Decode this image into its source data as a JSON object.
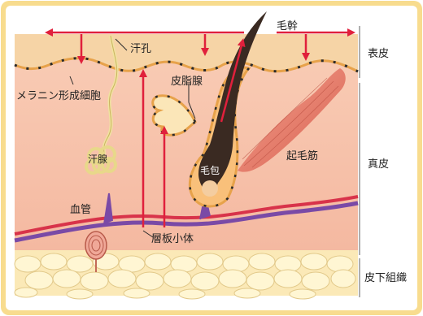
{
  "labels": {
    "hair_shaft": "毛幹",
    "sweat_pore": "汗孔",
    "melanocyte": "メラニン形成細胞",
    "sebaceous_gland": "皮脂腺",
    "arrector_pili": "起毛筋",
    "sweat_gland": "汗腺",
    "hair_follicle": "毛包",
    "blood_vessel": "血管",
    "lamellar_corpuscle": "層板小体"
  },
  "layers": {
    "epidermis": "表皮",
    "dermis": "真皮",
    "subcutis": "皮下組織"
  },
  "colors": {
    "frame": "#f6d98a",
    "dermis": "#f7c3ae",
    "epidermis": "#f5cf9e",
    "arrow": "#e0203c",
    "vessel_red": "#d8334a",
    "vessel_purple": "#7a4aa6",
    "fat": "#fff3c9",
    "muscle": "#e07a6a",
    "hair": "#3a2a22"
  }
}
